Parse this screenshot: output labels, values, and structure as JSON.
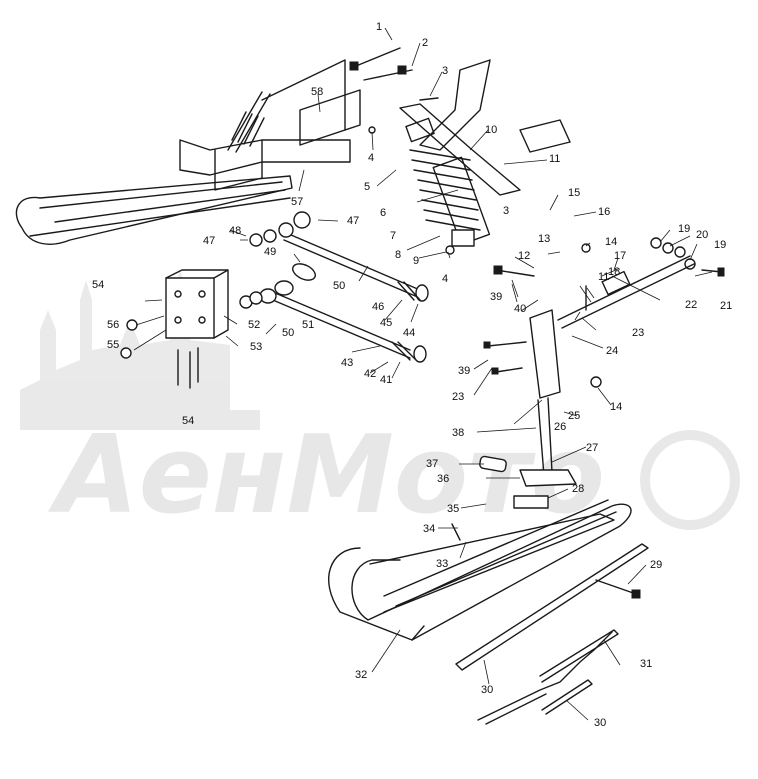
{
  "watermark": {
    "text": "АенМото"
  },
  "callouts": [
    {
      "id": "1"
    },
    {
      "id": "2"
    },
    {
      "id": "3"
    },
    {
      "id": "58"
    },
    {
      "id": "4"
    },
    {
      "id": "10"
    },
    {
      "id": "11"
    },
    {
      "id": "5"
    },
    {
      "id": "6"
    },
    {
      "id": "15"
    },
    {
      "id": "16"
    },
    {
      "id": "57"
    },
    {
      "id": "47"
    },
    {
      "id": "3"
    },
    {
      "id": "7"
    },
    {
      "id": "47"
    },
    {
      "id": "48"
    },
    {
      "id": "13"
    },
    {
      "id": "14"
    },
    {
      "id": "19"
    },
    {
      "id": "20"
    },
    {
      "id": "8"
    },
    {
      "id": "9"
    },
    {
      "id": "12"
    },
    {
      "id": "4"
    },
    {
      "id": "17"
    },
    {
      "id": "18"
    },
    {
      "id": "19"
    },
    {
      "id": "49"
    },
    {
      "id": "54"
    },
    {
      "id": "50"
    },
    {
      "id": "39"
    },
    {
      "id": "11"
    },
    {
      "id": "21"
    },
    {
      "id": "22"
    },
    {
      "id": "46"
    },
    {
      "id": "40"
    },
    {
      "id": "45"
    },
    {
      "id": "44"
    },
    {
      "id": "56"
    },
    {
      "id": "52"
    },
    {
      "id": "50"
    },
    {
      "id": "51"
    },
    {
      "id": "23"
    },
    {
      "id": "24"
    },
    {
      "id": "55"
    },
    {
      "id": "53"
    },
    {
      "id": "43"
    },
    {
      "id": "42"
    },
    {
      "id": "41"
    },
    {
      "id": "39"
    },
    {
      "id": "23"
    },
    {
      "id": "14"
    },
    {
      "id": "25"
    },
    {
      "id": "54"
    },
    {
      "id": "26"
    },
    {
      "id": "38"
    },
    {
      "id": "27"
    },
    {
      "id": "37"
    },
    {
      "id": "36"
    },
    {
      "id": "28"
    },
    {
      "id": "35"
    },
    {
      "id": "34"
    },
    {
      "id": "33"
    },
    {
      "id": "29"
    },
    {
      "id": "32"
    },
    {
      "id": "31"
    },
    {
      "id": "30"
    },
    {
      "id": "30"
    }
  ]
}
